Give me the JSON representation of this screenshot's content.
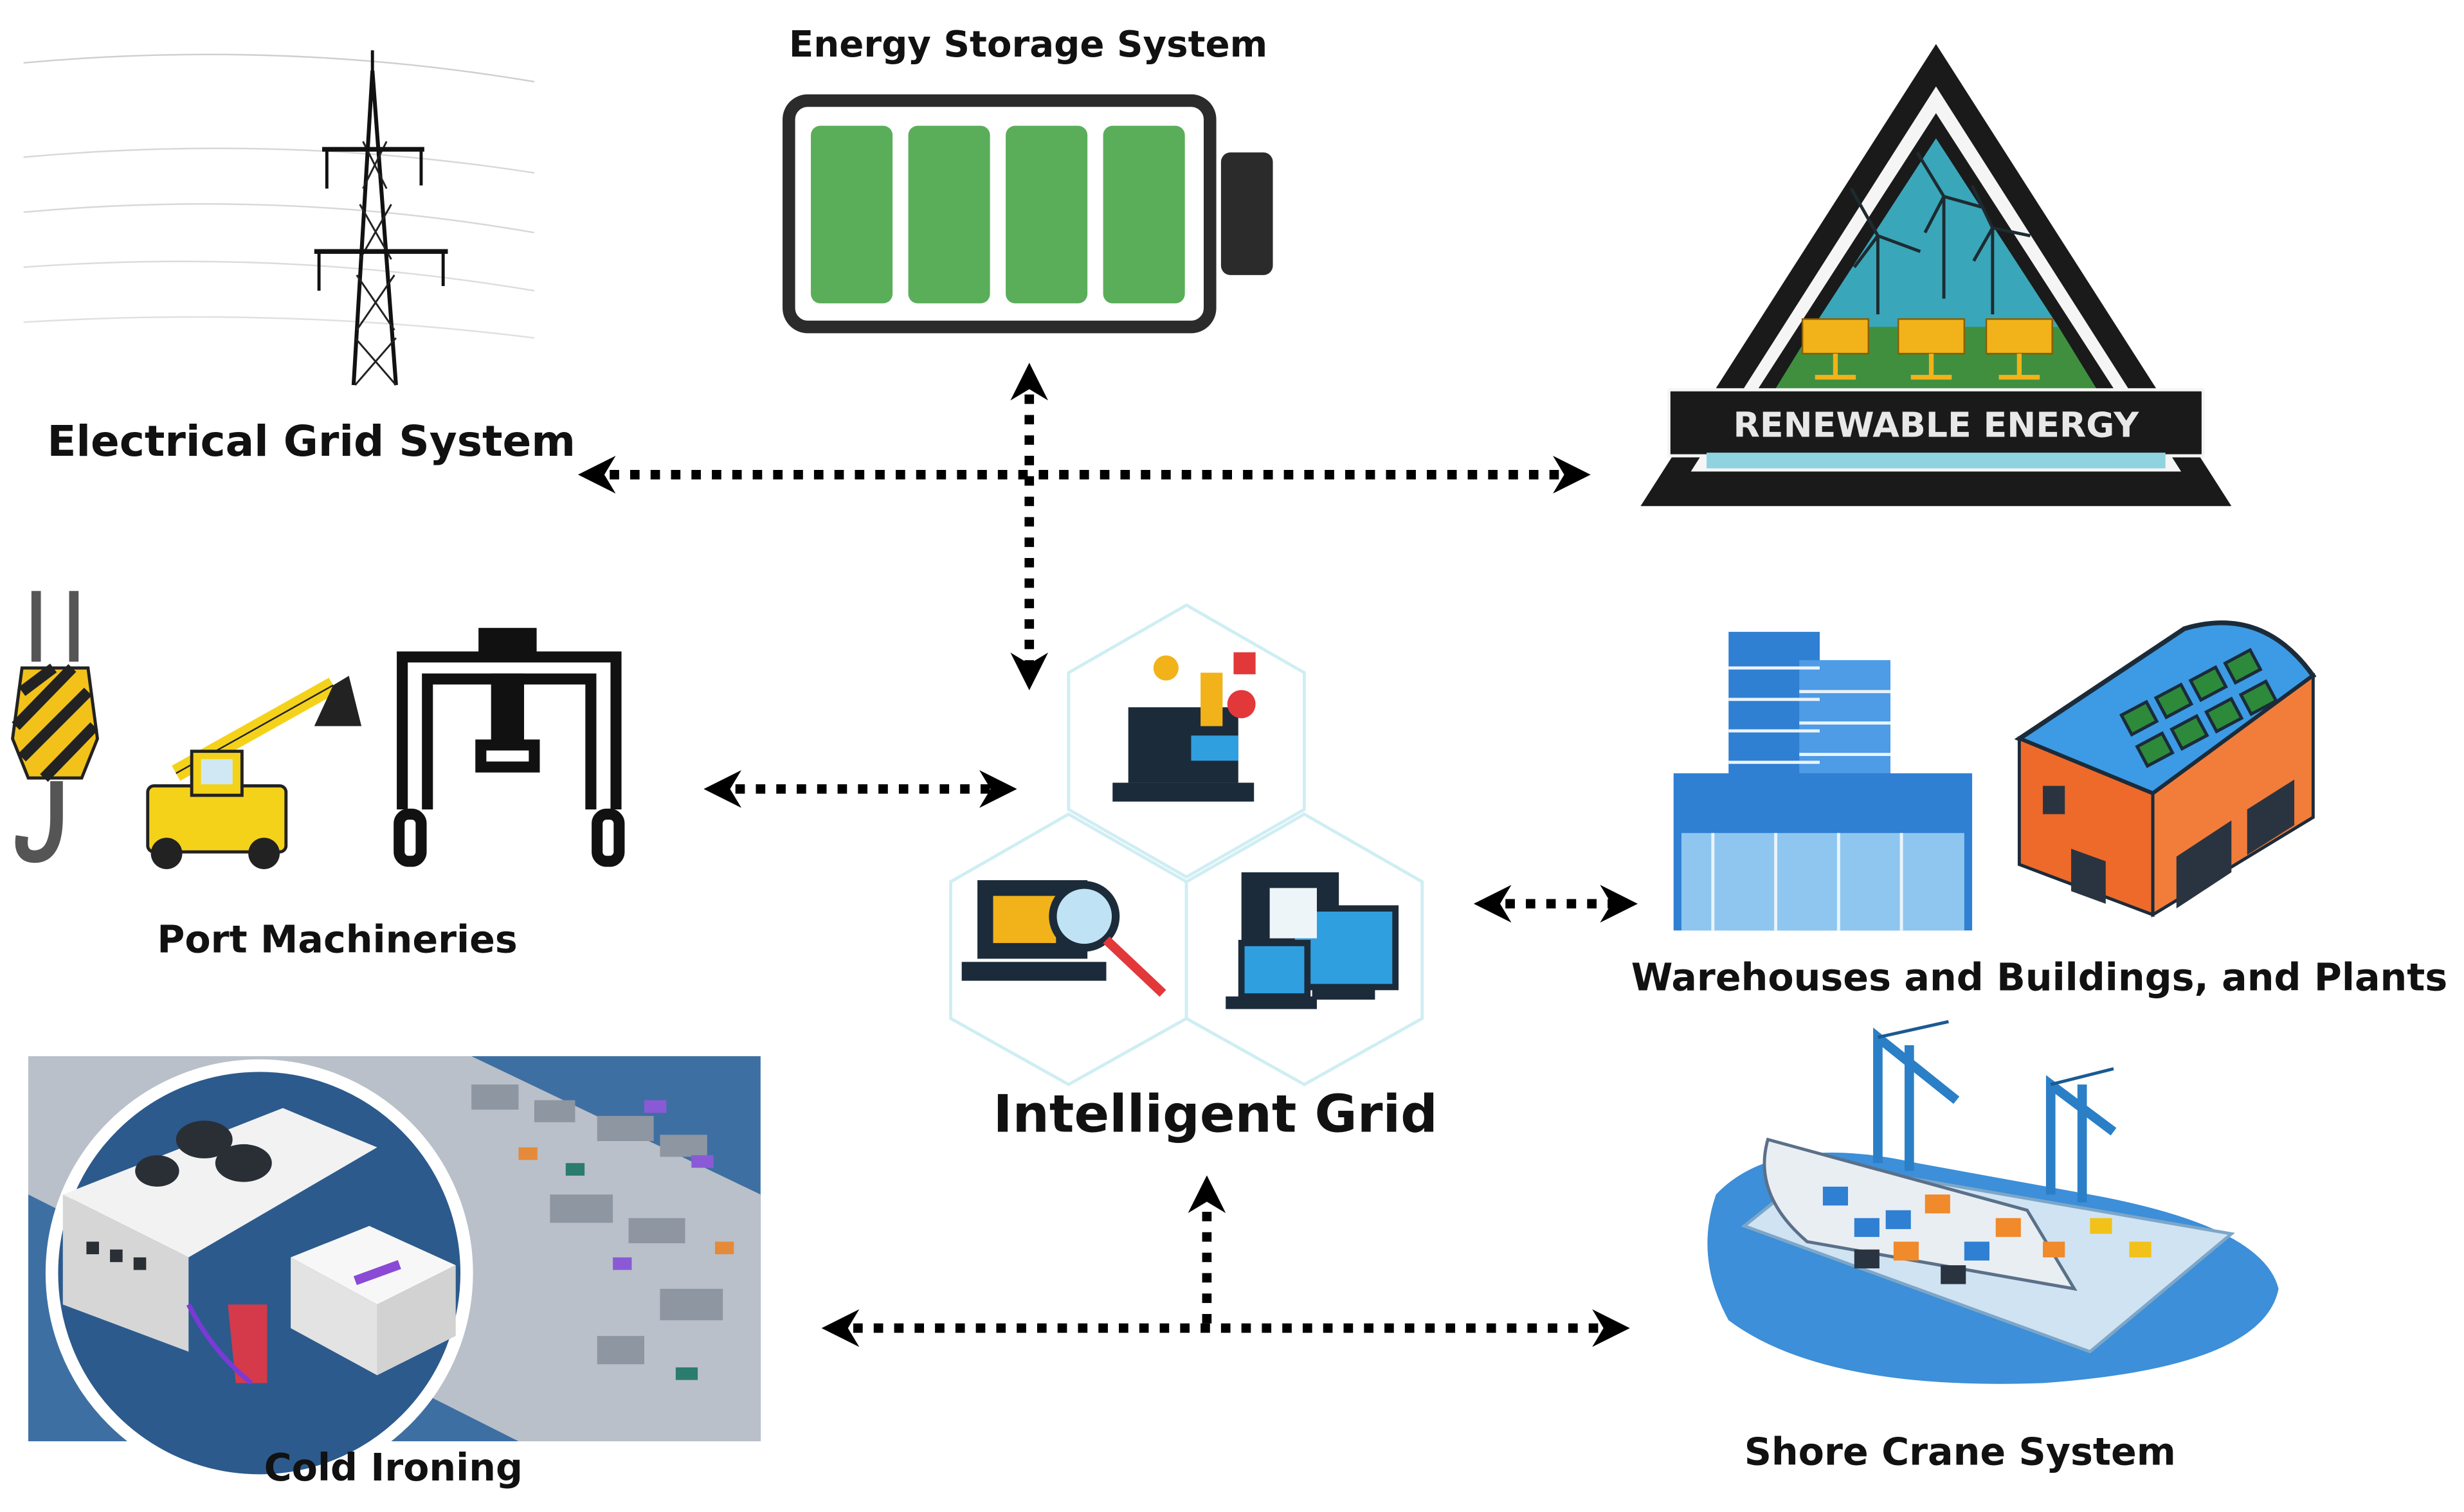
{
  "labels": {
    "energy_storage": "Energy Storage System",
    "electrical_grid": "Electrical Grid System",
    "renewable_banner": "RENEWABLE ENERGY",
    "port_machineries": "Port Machineries",
    "intelligent_grid": "Intelligent Grid",
    "warehouses": "Warehouses and Buildings, and Plants",
    "cold_ironing": "Cold Ironing",
    "shore_crane": "Shore Crane System"
  },
  "colors": {
    "battery_cell": "#5aae5a",
    "battery_frame": "#2b2b2b",
    "renewable_sky": "#3aa6b9",
    "renewable_land": "#3f8f3f",
    "solar_panel": "#f2b21a",
    "building_blue": "#2f7fd3",
    "warehouse_orange": "#ee6a2a",
    "water_blue": "#3c8fd8",
    "crane_yellow": "#f5d21a"
  }
}
